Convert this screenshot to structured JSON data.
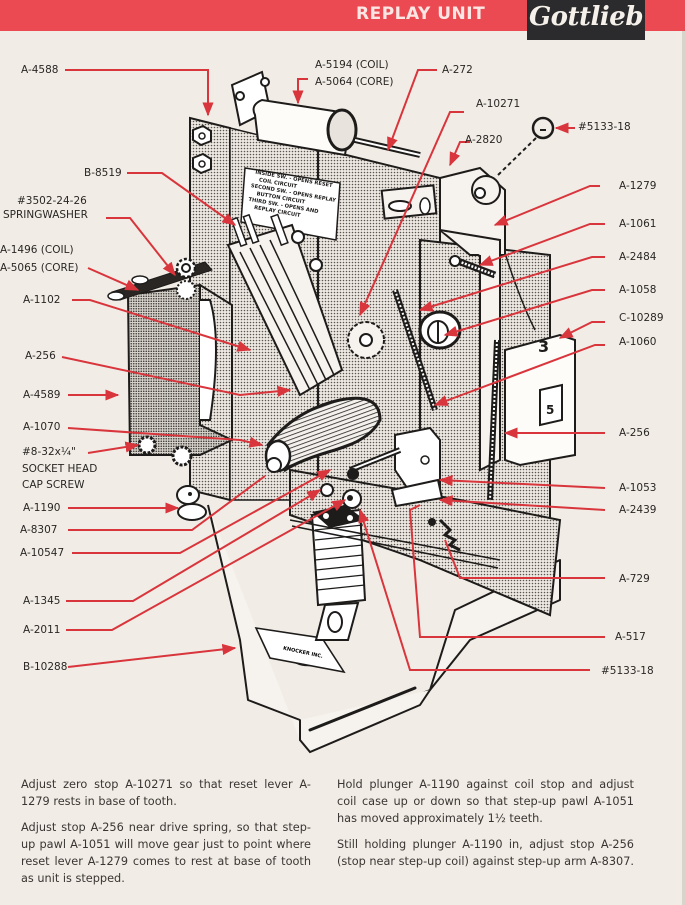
{
  "header": {
    "title": "REPLAY UNIT",
    "brand": "Gottlieb",
    "banner_color": "#ec4a52",
    "brand_box_color": "#2b2b2d"
  },
  "diagram": {
    "switch_plate_text": [
      "INSIDE SW. - OPENS RESET",
      "COIL CIRCUIT",
      "SECOND SW. - OPENS REPLAY",
      "BUTTON CIRCUIT",
      "THIRD SW. - OPENS AND",
      "REPLAY CIRCUIT"
    ],
    "knocker_plate_text": "KNOCKER INC.",
    "leader_color": "#d9353c"
  },
  "labels": {
    "a4588": "A-4588",
    "a5194": "A-5194 (COIL)",
    "a5064": "A-5064 (CORE)",
    "a272": "A-272",
    "a10271": "A-10271",
    "a2820": "A-2820",
    "n5133_top": "#5133-18",
    "b8519": "B-8519",
    "a1279": "A-1279",
    "n3502": "#3502-24-26",
    "springwasher": "SPRINGWASHER",
    "a1061": "A-1061",
    "a1496": "A-1496 (COIL)",
    "a5065": "A-5065 (CORE)",
    "a2484": "A-2484",
    "a1102": "A-1102",
    "a1058": "A-1058",
    "c10289": "C-10289",
    "a256_left": "A-256",
    "a1060": "A-1060",
    "a4589": "A-4589",
    "a1070": "A-1070",
    "a256_right": "A-256",
    "n832": "#8-32x¼\"",
    "socket_head": "SOCKET HEAD",
    "cap_screw": "CAP SCREW",
    "a1053": "A-1053",
    "a1190": "A-1190",
    "a2439": "A-2439",
    "a8307": "A-8307",
    "a10547": "A-10547",
    "a1345": "A-1345",
    "a729": "A-729",
    "a2011": "A-2011",
    "a517": "A-517",
    "b10288": "B-10288",
    "n5133_bottom": "#5133-18"
  },
  "instructions": {
    "left": [
      "Adjust zero stop A-10271 so that reset lever A-1279 rests in base of tooth.",
      "Adjust stop A-256 near drive spring, so that step-up pawl A-1051 will move gear just to point where reset lever A-1279 comes to rest at base of tooth as unit is stepped."
    ],
    "right": [
      "Hold plunger A-1190 against coil stop and adjust coil case up or down so that step-up pawl A-1051 has moved approximately 1½ teeth.",
      "Still holding plunger A-1190 in, adjust stop A-256 (stop near step-up coil) against step-up arm A-8307."
    ]
  }
}
